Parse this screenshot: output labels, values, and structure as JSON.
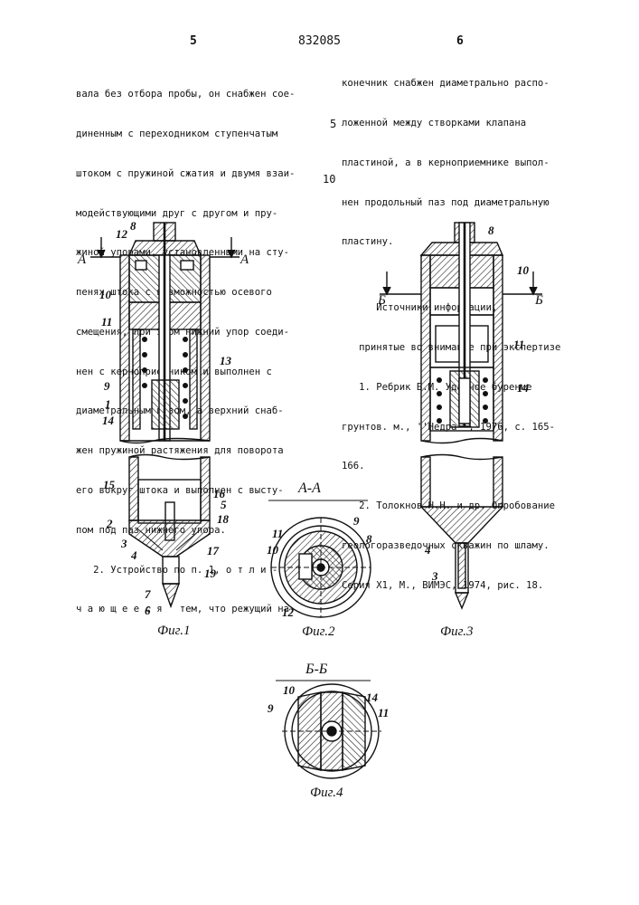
{
  "header": {
    "page_left": "5",
    "patent_number": "832085",
    "page_right": "6"
  },
  "line_numbers": {
    "n5": "5",
    "n10": "10"
  },
  "left_column": [
    "вала без отбора пробы, он снабжен сое-",
    "диненным с переходником ступенчатым",
    "штоком с пружиной сжатия и двумя взаи-",
    "модействующими друг с другом и пру-",
    "жиной упорами, установленными на сту-",
    "пенях штока с возможностью осевого",
    "смещения, при этом нижний упор соеди-",
    "нен с керноприемником и выполнен с",
    "диаметральным пазом, а верхний снаб-",
    "жен пружиной растяжения для поворота",
    "его вокруг штока и выполнен с высту-",
    "пом под паз нижнего упора.",
    "   2. Устройство по п. 1, о т л и -",
    "ч а ю щ е е с я   тем, что режущий на-"
  ],
  "right_column": [
    "конечник снабжен диаметрально распо-",
    "ложенной между створками клапана",
    "пластиной, а в керноприемнике выпол-",
    "нен продольный паз под диаметральную",
    "пластину.",
    "",
    "      Источники информации,",
    "   принятые во внимание при экспертизе",
    "   1. Ребрик Б.М. Ударное бурение",
    "грунтов. м., ''Недра'', 1976, с. 165-",
    "166.",
    "   2. Толокнов Н.Н. и др. Опробование",
    "геологоразведочных скважин по шламу.",
    "Серия Х1, М., ВИМЭС, 1974, рис. 18."
  ],
  "figure_labels": {
    "fig1": "Фиг.1",
    "fig2": "Фиг.2",
    "fig3": "Фиг.3",
    "fig4": "Фиг.4",
    "section_aa": "А-А",
    "section_bb": "Б-Б",
    "cut_a": "А",
    "cut_b": "Б"
  },
  "fig1_numbers": [
    "12",
    "8",
    "10",
    "11",
    "9",
    "1",
    "14",
    "13",
    "15",
    "16",
    "5",
    "18",
    "2",
    "3",
    "4",
    "17",
    "19",
    "7",
    "6"
  ],
  "fig2_numbers": [
    "11",
    "9",
    "8",
    "10",
    "12"
  ],
  "fig3_numbers": [
    "8",
    "10",
    "11",
    "14",
    "4",
    "3"
  ],
  "fig4_numbers": [
    "10",
    "14",
    "9",
    "11"
  ]
}
